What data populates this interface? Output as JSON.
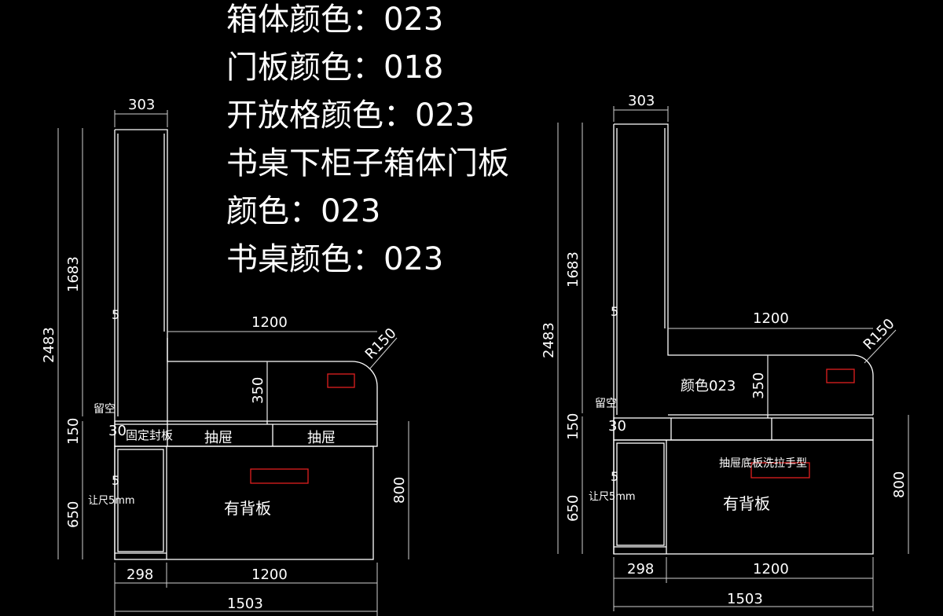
{
  "notes": [
    "箱体颜色：023",
    "门板颜色：018",
    "开放格颜色：023",
    "书桌下柜子箱体门板",
    "颜色：023",
    "书桌颜色：023"
  ],
  "left_view": {
    "dims": {
      "top_width": "303",
      "total_height": "2483",
      "upper_height": "1683",
      "desk_width": "1200",
      "radius": "R150",
      "desk_height": "350",
      "band_height": "150",
      "lower_height": "650",
      "cabinet_height": "800",
      "open_width": "298",
      "bottom_width": "1200",
      "overall_width": "1503",
      "small_5_top": "5",
      "small_30": "30",
      "small_5_low": "5"
    },
    "labels": {
      "reserve": "留空",
      "fixed_panel": "固定封板",
      "drawer_1": "抽屉",
      "drawer_2": "抽屉",
      "back_panel": "有背板",
      "clearance": "让尺5mm"
    }
  },
  "right_view": {
    "dims": {
      "top_width": "303",
      "total_height": "2483",
      "upper_height": "1683",
      "desk_width": "1200",
      "radius": "R150",
      "desk_height": "350",
      "band_height": "150",
      "lower_height": "650",
      "cabinet_height": "800",
      "open_width": "298",
      "bottom_width": "1200",
      "overall_width": "1503",
      "small_5_top": "5",
      "small_30": "30",
      "small_5_low": "5"
    },
    "labels": {
      "reserve": "留空",
      "color_note": "颜色023",
      "drawer_note": "抽屉底板洗拉手型",
      "back_panel": "有背板",
      "clearance": "让尺5mm"
    }
  },
  "colors": {
    "background": "#000000",
    "line": "#ffffff",
    "highlight": "#e02020"
  }
}
